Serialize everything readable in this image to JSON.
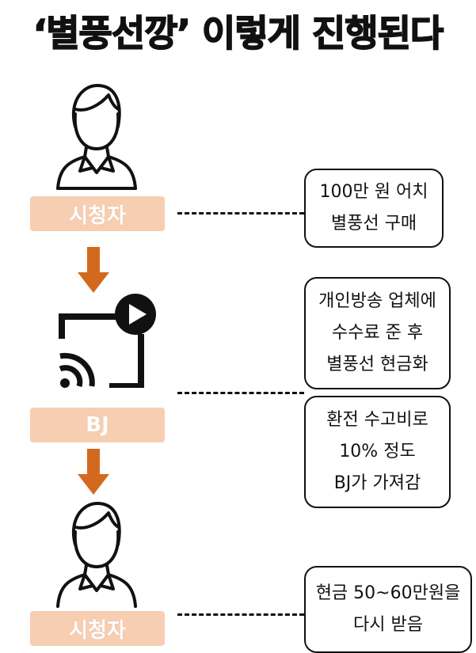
{
  "title": "‘별풍선깡’ 이렇게 진행된다",
  "colors": {
    "label_bg": "#f7ceb2",
    "label_text": "#ffffff",
    "arrow": "#d2691e",
    "line": "#111111"
  },
  "icons": [
    "person-icon",
    "cast-play-icon",
    "person-icon"
  ],
  "steps": [
    {
      "label": "시청자"
    },
    {
      "label": "BJ"
    },
    {
      "label": "시청자"
    }
  ],
  "notes": [
    {
      "lines": [
        "100만 원 어치",
        "별풍선 구매"
      ]
    },
    {
      "lines": [
        "개인방송 업체에",
        "수수료 준 후",
        "별풍선 현금화"
      ]
    },
    {
      "lines": [
        "환전 수고비로",
        "10% 정도",
        "BJ가 가져감"
      ]
    },
    {
      "lines": [
        "현금 50~60만원을",
        "다시 받음"
      ]
    }
  ]
}
